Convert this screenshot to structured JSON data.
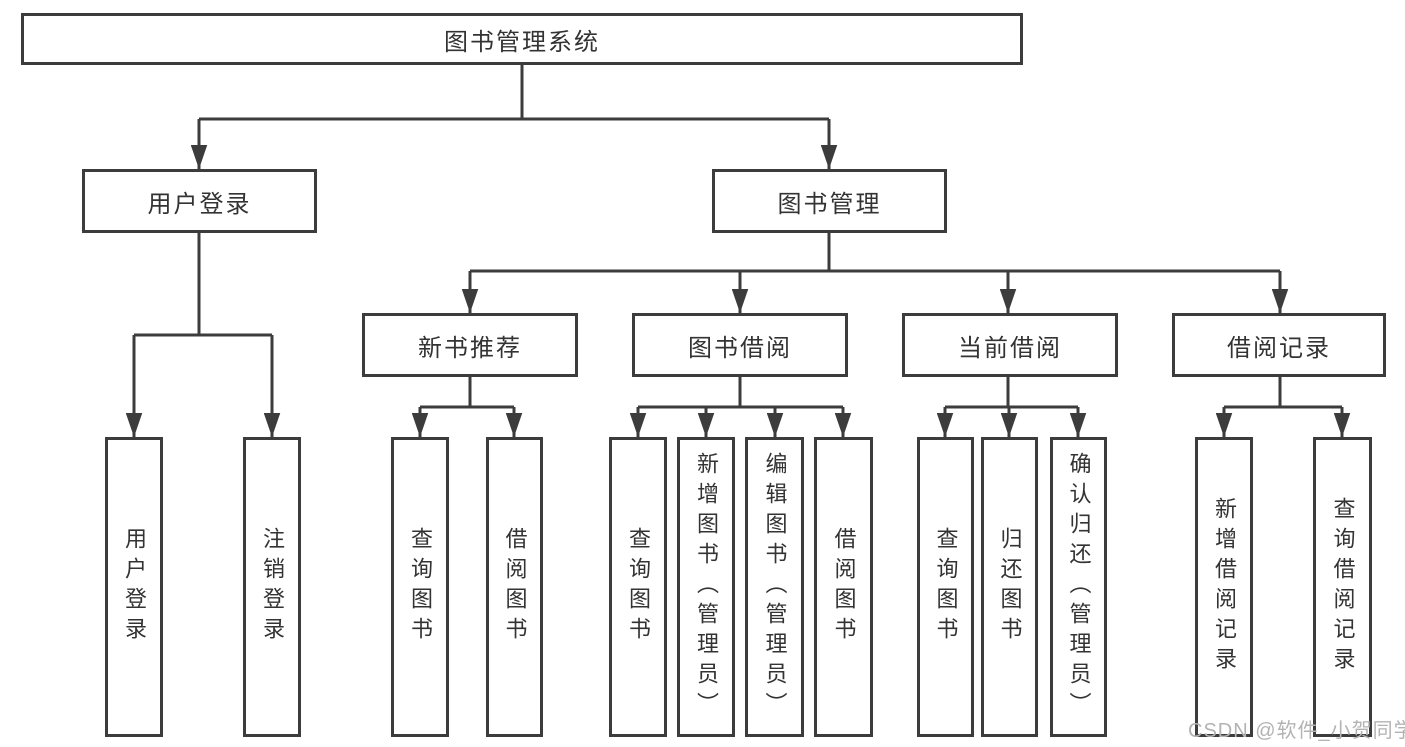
{
  "tree": {
    "label": "图书管理系统",
    "children": [
      {
        "label": "用户登录",
        "children": [
          {
            "label": "用户登录"
          },
          {
            "label": "注销登录"
          }
        ]
      },
      {
        "label": "图书管理",
        "children": [
          {
            "label": "新书推荐",
            "children": [
              {
                "label": "查询图书"
              },
              {
                "label": "借阅图书"
              }
            ]
          },
          {
            "label": "图书借阅",
            "children": [
              {
                "label": "查询图书"
              },
              {
                "label": "新增图书（管理员）"
              },
              {
                "label": "编辑图书（管理员）"
              },
              {
                "label": "借阅图书"
              }
            ]
          },
          {
            "label": "当前借阅",
            "children": [
              {
                "label": "查询图书"
              },
              {
                "label": "归还图书"
              },
              {
                "label": "确认归还（管理员）"
              }
            ]
          },
          {
            "label": "借阅记录",
            "children": [
              {
                "label": "新增借阅记录"
              },
              {
                "label": "查询借阅记录"
              }
            ]
          }
        ]
      }
    ]
  },
  "watermark": {
    "text": "CSDN @软件_小贺同学"
  },
  "colors": {
    "line": "#3c3c3c",
    "text": "#333333",
    "watermark": "#b3b3b3",
    "background": "#ffffff"
  }
}
